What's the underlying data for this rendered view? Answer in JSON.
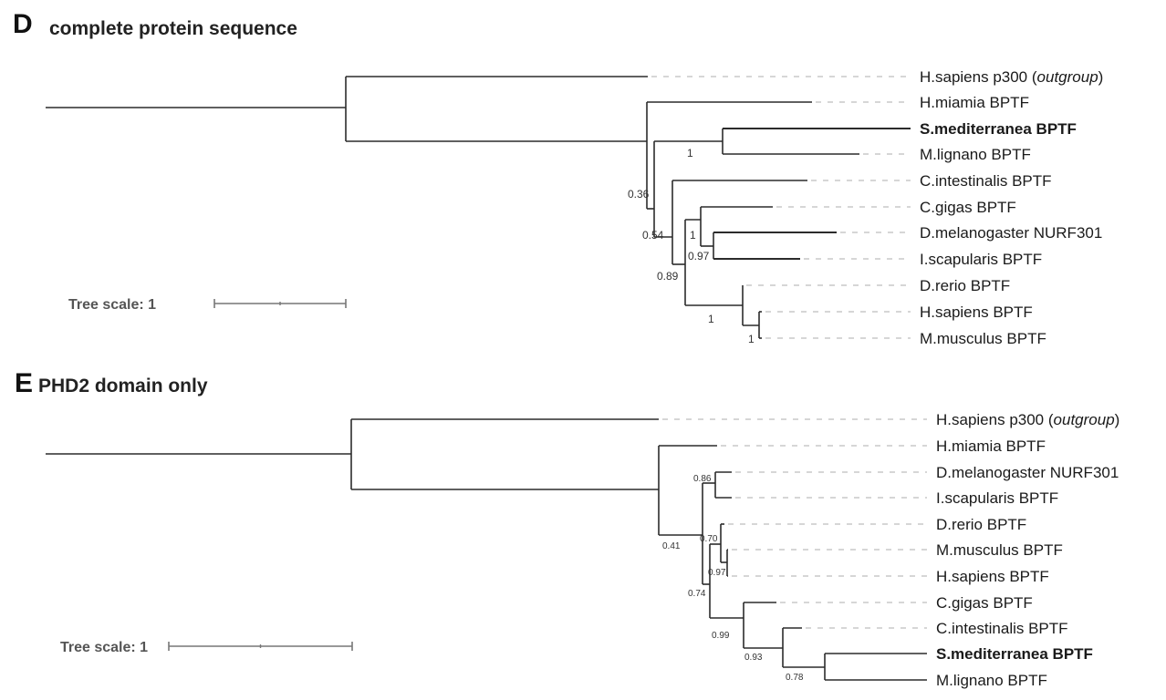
{
  "panels": [
    {
      "id": "D",
      "letter": "D",
      "title": "complete protein sequence",
      "scale_label": "Tree scale: 1",
      "leaves": [
        {
          "id": "p300",
          "label": "H.sapiens p300 ",
          "italic_suffix": "outgroup",
          "bold": false
        },
        {
          "id": "hmia",
          "label": "H.miamia BPTF",
          "bold": false
        },
        {
          "id": "smed",
          "label": "S.mediterranea BPTF",
          "bold": true
        },
        {
          "id": "mlig",
          "label": "M.lignano BPTF",
          "bold": false
        },
        {
          "id": "cint",
          "label": "C.intestinalis BPTF",
          "bold": false
        },
        {
          "id": "cgig",
          "label": "C.gigas BPTF",
          "bold": false
        },
        {
          "id": "dmel",
          "label": "D.melanogaster NURF301",
          "bold": false
        },
        {
          "id": "isca",
          "label": "I.scapularis BPTF",
          "bold": false
        },
        {
          "id": "drer",
          "label": "D.rerio BPTF",
          "bold": false
        },
        {
          "id": "hsap",
          "label": "H.sapiens BPTF",
          "bold": false
        },
        {
          "id": "mmus",
          "label": "M.musculus BPTF",
          "bold": false
        }
      ],
      "support_values": [
        {
          "node": "smed+mlig",
          "value": "1"
        },
        {
          "node": "ingroup-minus-hmia",
          "value": "0.36"
        },
        {
          "node": "cint+rest",
          "value": "0.54"
        },
        {
          "node": "protostome+vertebrate",
          "value": "0.89"
        },
        {
          "node": "cgig+dmel+isca",
          "value": "1"
        },
        {
          "node": "dmel+isca",
          "value": "0.97"
        },
        {
          "node": "vertebrates",
          "value": "1"
        },
        {
          "node": "hsap+mmus",
          "value": "1"
        }
      ]
    },
    {
      "id": "E",
      "letter": "E",
      "title": "PHD2 domain only",
      "scale_label": "Tree scale: 1",
      "leaves": [
        {
          "id": "p300",
          "label": "H.sapiens p300 ",
          "italic_suffix": "outgroup",
          "bold": false
        },
        {
          "id": "hmia",
          "label": "H.miamia BPTF",
          "bold": false
        },
        {
          "id": "dmel",
          "label": "D.melanogaster NURF301",
          "bold": false
        },
        {
          "id": "isca",
          "label": "I.scapularis BPTF",
          "bold": false
        },
        {
          "id": "drer",
          "label": "D.rerio BPTF",
          "bold": false
        },
        {
          "id": "mmus",
          "label": "M.musculus BPTF",
          "bold": false
        },
        {
          "id": "hsap",
          "label": "H.sapiens BPTF",
          "bold": false
        },
        {
          "id": "cgig",
          "label": "C.gigas BPTF",
          "bold": false
        },
        {
          "id": "cint",
          "label": "C.intestinalis BPTF",
          "bold": false
        },
        {
          "id": "smed",
          "label": "S.mediterranea BPTF",
          "bold": true
        },
        {
          "id": "mlig",
          "label": "M.lignano BPTF",
          "bold": false
        }
      ],
      "support_values": [
        {
          "node": "dmel+isca",
          "value": "0.86"
        },
        {
          "node": "ingroup-minus-hmia",
          "value": "0.41"
        },
        {
          "node": "arthropod+rest",
          "value": "0.70"
        },
        {
          "node": "mmus+hsap",
          "value": "0.97"
        },
        {
          "node": "vertebrates+rest",
          "value": "0.74"
        },
        {
          "node": "cgig+rest",
          "value": "0.99"
        },
        {
          "node": "cint+flatworms",
          "value": "0.93"
        },
        {
          "node": "smed+mlig",
          "value": "0.78"
        }
      ]
    }
  ],
  "colors": {
    "branch": "#2b2b2b",
    "guide": "#bdbdbd",
    "scale": "#777777",
    "text": "#1a1a1a"
  }
}
